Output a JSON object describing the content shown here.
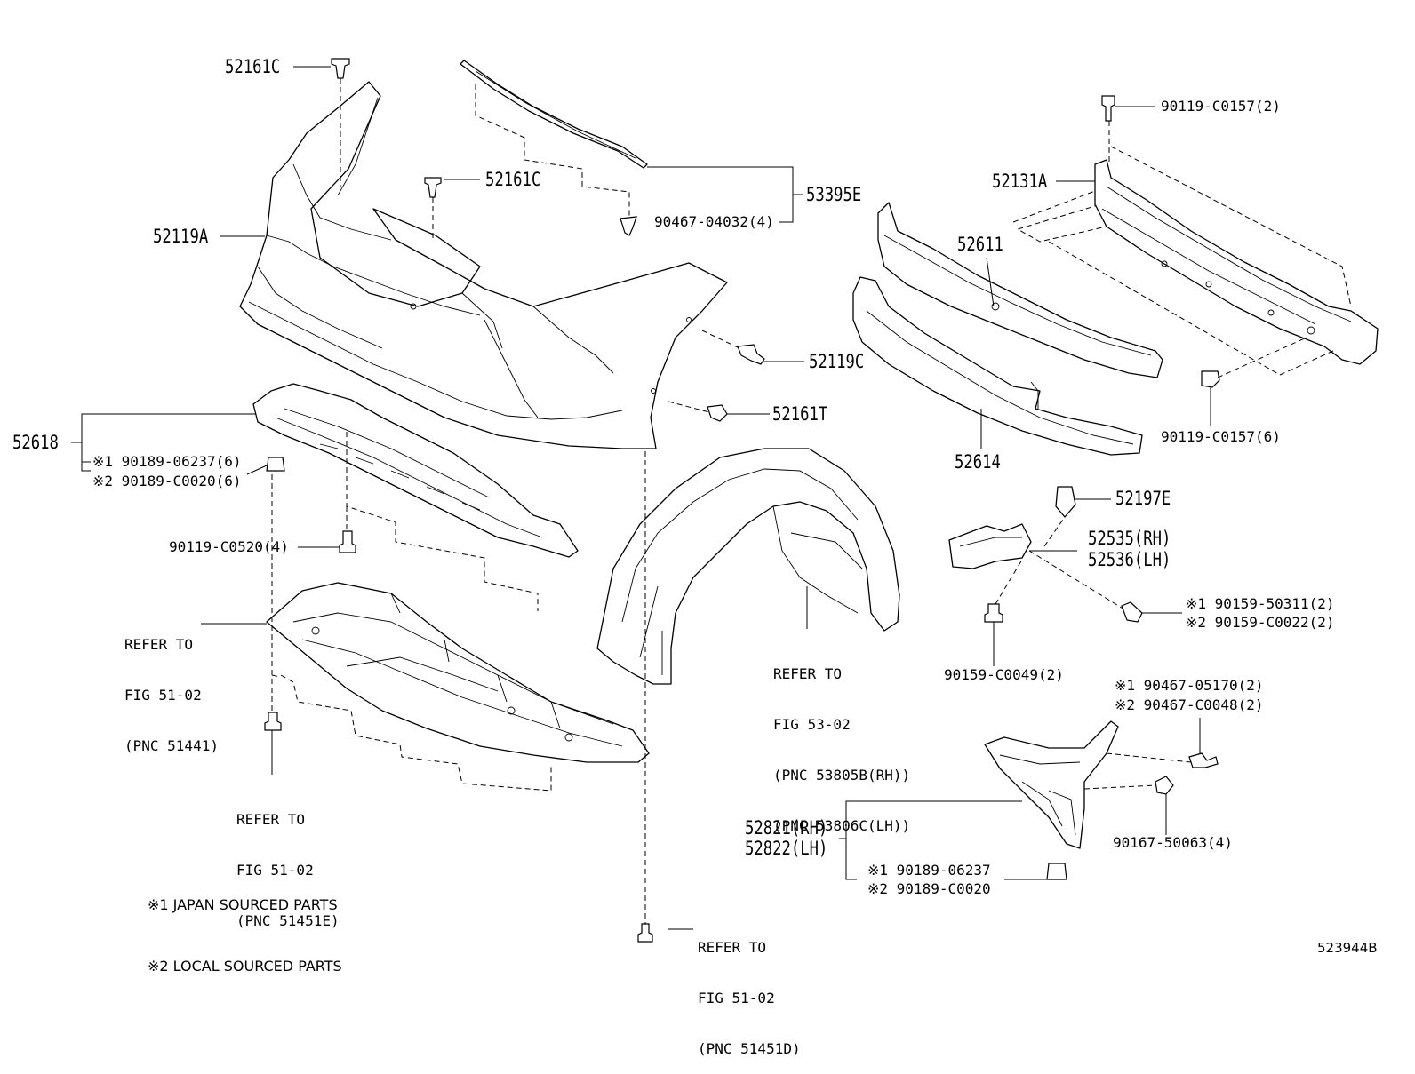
{
  "diagram_id": "523944B",
  "labels": {
    "p52161c_top": "52161C",
    "p52161c_mid": "52161C",
    "p52119a": "52119A",
    "p53395e": "53395E",
    "p90467_04032": "90467-04032(4)",
    "p52119c": "52119C",
    "p52161t": "52161T",
    "p52618": "52618",
    "p90119_c0157_top": "90119-C0157(2)",
    "p52131a": "52131A",
    "p52611": "52611",
    "p52614": "52614",
    "p90119_c0157_bottom": "90119-C0157(6)",
    "p52197e": "52197E",
    "p52535": "52535(RH)",
    "p52536": "52536(LH)",
    "p90159_50311": "※1 90159-50311(2)",
    "p90159_c0022": "※2 90159-C0022(2)",
    "p90159_c0049": "90159-C0049(2)",
    "p90467_05170": "※1 90467-05170(2)",
    "p90467_c0048": "※2 90467-C0048(2)",
    "p90167_50063": "90167-50063(4)",
    "p52821": "52821(RH)",
    "p52822": "52822(LH)",
    "p90189_06237_b": "※1 90189-06237",
    "p90189_c0020_b": "※2 90189-C0020",
    "p90189_06237_a": "※1 90189-06237(6)",
    "p90189_c0020_a": "※2 90189-C0020(6)",
    "p90119_c0520": "90119-C0520(4)"
  },
  "references": {
    "ref_51441": [
      "REFER TO",
      "FIG 51-02",
      "(PNC 51441)"
    ],
    "ref_51451e": [
      "REFER TO",
      "FIG 51-02",
      "(PNC 51451E)"
    ],
    "ref_51451d": [
      "REFER TO",
      "FIG 51-02",
      "(PNC 51451D)"
    ],
    "ref_53805": [
      "REFER TO",
      "FIG 53-02",
      "(PNC 53805B(RH))",
      "(PNC 53806C(LH))"
    ]
  },
  "notes": {
    "note1": "※1 JAPAN SOURCED PARTS",
    "note2": "※2 LOCAL SOURCED PARTS"
  }
}
